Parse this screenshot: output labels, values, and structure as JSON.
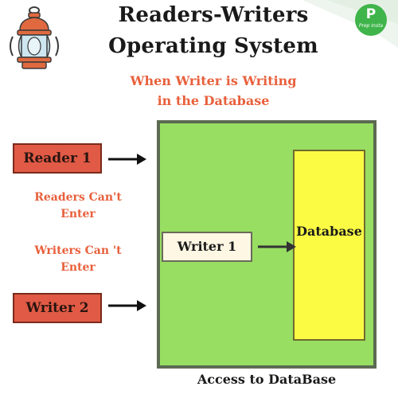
{
  "title": {
    "line1": "Readers-Writers",
    "line2": "Operating System"
  },
  "subtitle": {
    "line1": "When Writer is Writing",
    "line2": "in the Database"
  },
  "logo": {
    "letter": "P",
    "word": "Prep Insta"
  },
  "boxes": {
    "reader1": "Reader 1",
    "writer2": "Writer 2",
    "writer1": "Writer 1",
    "database": "Database"
  },
  "messages": {
    "readers_line1": "Readers Can't",
    "readers_line2": "Enter",
    "writers_line1": "Writers Can 't",
    "writers_line2": "Enter"
  },
  "footer": "Access to DataBase",
  "icons": {
    "lantern": "lantern-icon",
    "arrow": "arrow-right-icon"
  },
  "colors": {
    "accent_text": "#e8603c",
    "red_box": "#e05a45",
    "green_area": "#98de62",
    "database_fill": "#fbfb44",
    "writer_box_fill": "#fdf7e3",
    "logo_green": "#3fb44a"
  }
}
